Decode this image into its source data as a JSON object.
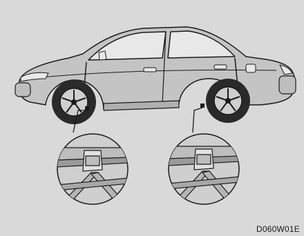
{
  "figure": {
    "code": "D060W01E",
    "subject": "sedan-side-view",
    "detail_callouts": [
      "front-jack-point-detail",
      "rear-jack-point-detail"
    ],
    "colors": {
      "background": "#d9d9d9",
      "car_body": "#c4c4c4",
      "outline": "#1a1a1a",
      "callout_fill": "#cfcfcf"
    }
  }
}
